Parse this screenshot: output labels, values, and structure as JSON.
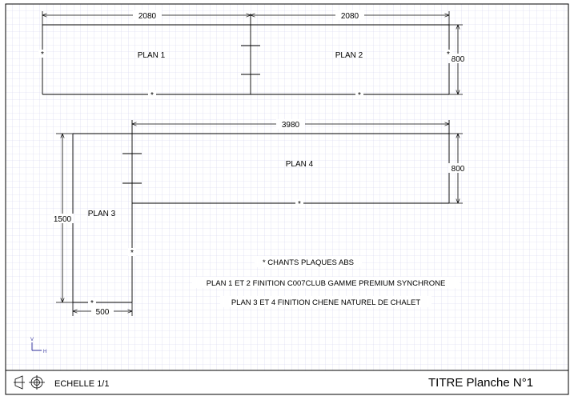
{
  "drawing": {
    "dimensions": {
      "plan1_length": "2080",
      "plan2_length": "2080",
      "plan12_depth": "800",
      "plan4_length": "3980",
      "plan4_depth": "800",
      "plan3_length": "1500",
      "plan3_width": "500"
    },
    "labels": {
      "plan1": "PLAN 1",
      "plan2": "PLAN 2",
      "plan3": "PLAN 3",
      "plan4": "PLAN 4"
    },
    "edge_marker": "*"
  },
  "notes": {
    "line1": "* CHANTS PLAQUES ABS",
    "line2": "PLAN 1 ET 2 FINITION C007CLUB GAMME PREMIUM SYNCHRONE",
    "line3": "PLAN 3 ET 4 FINITION CHENE NATUREL DE CHALET"
  },
  "axes": {
    "v": "V",
    "h": "H"
  },
  "footer": {
    "scale": "ECHELLE 1/1",
    "title": "TITRE Planche N°1"
  },
  "colors": {
    "grid": "#dcdcf0",
    "line": "#000000",
    "frame": "#000000"
  }
}
